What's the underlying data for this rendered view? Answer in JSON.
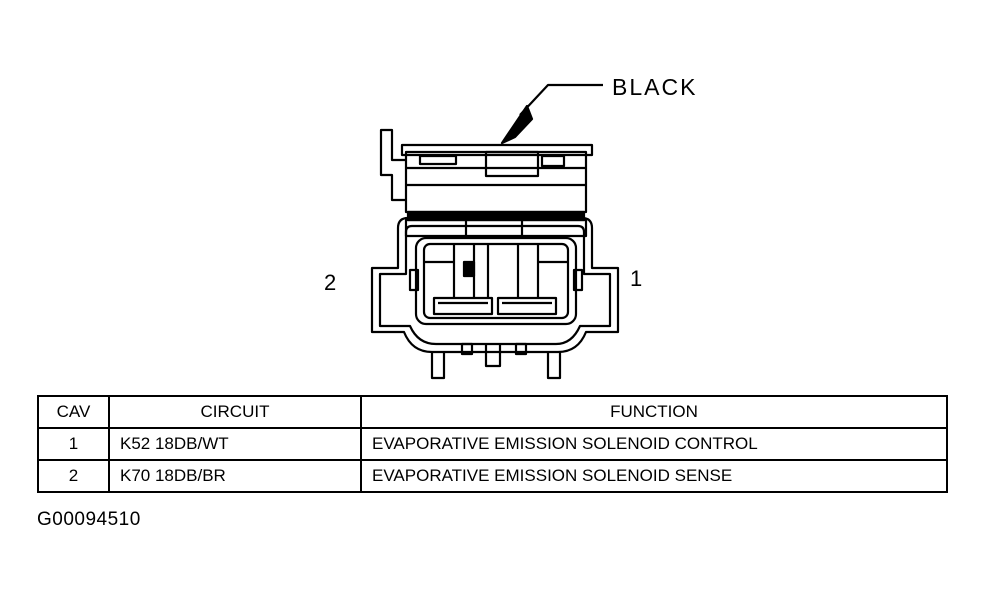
{
  "connector": {
    "color_label": "BLACK",
    "pin_left_label": "2",
    "pin_right_label": "1"
  },
  "table": {
    "headers": {
      "cav": "CAV",
      "circuit": "CIRCUIT",
      "function": "FUNCTION"
    },
    "rows": [
      {
        "cav": "1",
        "circuit": "K52 18DB/WT",
        "function": "EVAPORATIVE EMISSION SOLENOID CONTROL"
      },
      {
        "cav": "2",
        "circuit": "K70 18DB/BR",
        "function": "EVAPORATIVE EMISSION SOLENOID SENSE"
      }
    ]
  },
  "figure_id": "G00094510"
}
